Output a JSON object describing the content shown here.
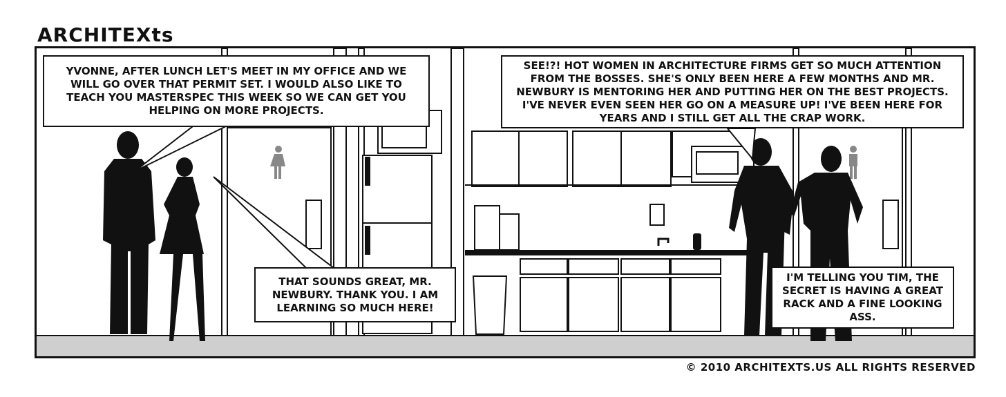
{
  "comic": {
    "title": "ARCHITEXts",
    "copyright": "© 2010 ARCHITEXTS.US ALL RIGHTS RESERVED"
  },
  "panel": {
    "bubbles": [
      {
        "id": "newbury",
        "text": "YVONNE, AFTER LUNCH LET'S MEET IN MY OFFICE AND WE WILL GO OVER THAT PERMIT SET. I WOULD ALSO LIKE TO TEACH YOU MASTERSPEC THIS WEEK SO WE CAN GET YOU HELPING ON MORE PROJECTS."
      },
      {
        "id": "yvonne",
        "text": "THAT SOUNDS GREAT, MR. NEWBURY. THANK YOU. I AM LEARNING SO MUCH HERE!"
      },
      {
        "id": "coworker1",
        "text": "SEE!?! HOT WOMEN IN ARCHITECTURE FIRMS GET SO MUCH ATTENTION FROM THE BOSSES. SHE'S ONLY BEEN HERE A FEW MONTHS AND MR. NEWBURY IS MENTORING HER AND PUTTING HER ON THE BEST PROJECTS. I'VE NEVER EVEN SEEN HER GO ON A MEASURE UP! I'VE BEEN HERE FOR YEARS AND I STILL GET ALL THE CRAP WORK."
      },
      {
        "id": "coworker2",
        "text": "I'M TELLING YOU TIM, THE SECRET IS HAVING A GREAT RACK AND A FINE LOOKING ASS."
      }
    ]
  },
  "colors": {
    "ink": "#111111",
    "floor": "#cfcfcf",
    "wall": "#ffffff",
    "fixture": "#888888"
  }
}
